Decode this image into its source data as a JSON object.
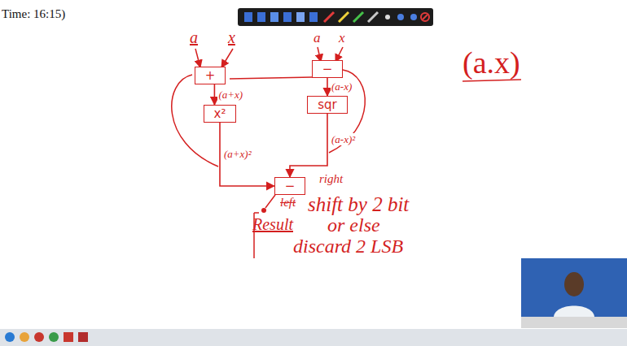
{
  "diagram": {
    "nodes": [
      {
        "text": [
          "+"
        ]
      },
      {
        "text": [
          "−"
        ]
      },
      {
        "text": [
          "x²"
        ]
      },
      {
        "text": [
          "sqr"
        ]
      },
      {
        "text": [
          "−"
        ]
      }
    ],
    "edges": [
      {
        "from": 0,
        "to": 2,
        "arrow": "to",
        "label": "(a+x)"
      },
      {
        "from": 1,
        "to": 3,
        "arrow": "to",
        "label": "(a-x)"
      },
      {
        "from": 2,
        "to": 4,
        "arrow": "to",
        "label": "(a+x)²"
      },
      {
        "from": 3,
        "to": 4,
        "arrow": "to",
        "label": "(a-x)²"
      }
    ],
    "labels": [
      "Time: 16:15)",
      "a",
      "x",
      "a",
      "x",
      "right",
      "left",
      "shift by 2 bit",
      "Result",
      "or else",
      "discard 2 LSB",
      "(a.x)"
    ]
  }
}
